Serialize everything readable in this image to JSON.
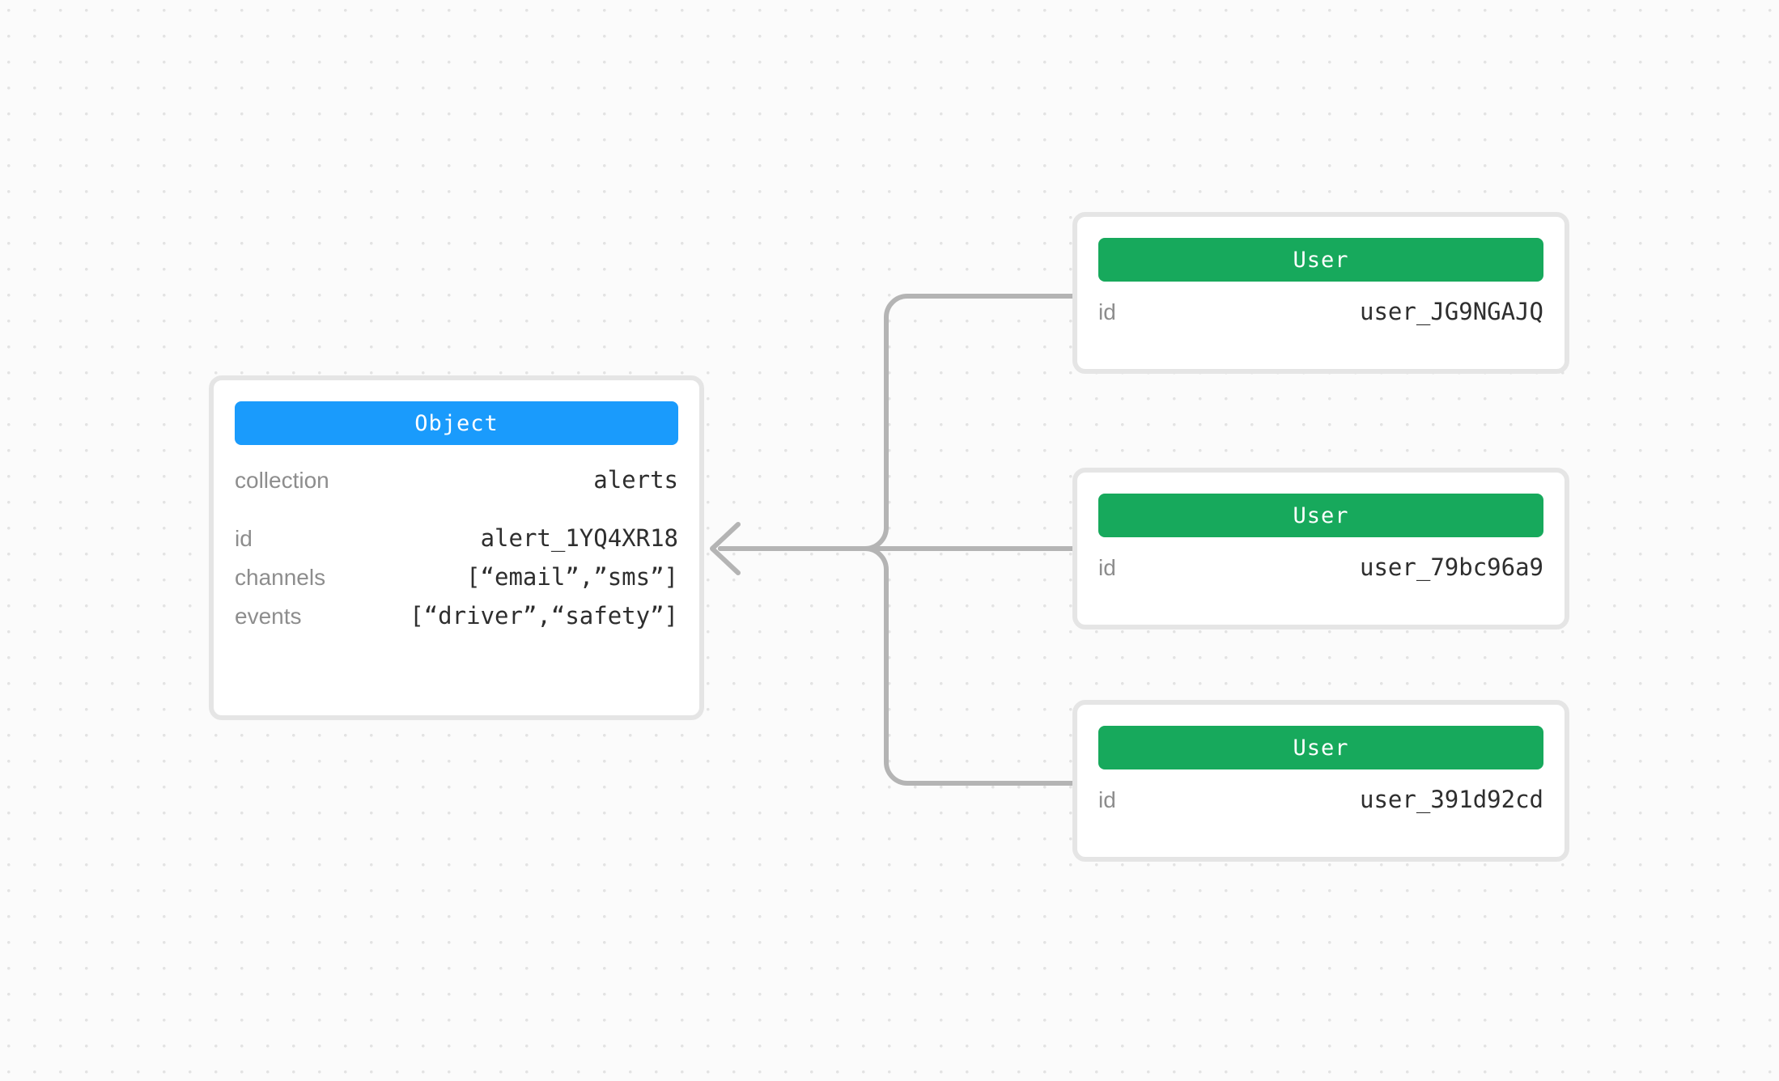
{
  "canvas": {
    "background_color": "#fbfbfb",
    "dot_color": "#e3e3e3",
    "connector_color": "#b4b4b4"
  },
  "object_node": {
    "type_label": "Object",
    "header_color": "#1a9bfc",
    "field_groups": [
      {
        "fields": [
          {
            "label": "collection",
            "value": "alerts"
          }
        ]
      },
      {
        "fields": [
          {
            "label": "id",
            "value": "alert_1YQ4XR18"
          },
          {
            "label": "channels",
            "value": "[“email”,”sms”]"
          },
          {
            "label": "events",
            "value": "[“driver”,“safety”]"
          }
        ]
      }
    ]
  },
  "user_nodes": [
    {
      "type_label": "User",
      "header_color": "#17a95c",
      "fields": [
        {
          "label": "id",
          "value": "user_JG9NGAJQ"
        }
      ]
    },
    {
      "type_label": "User",
      "header_color": "#17a95c",
      "fields": [
        {
          "label": "id",
          "value": "user_79bc96a9"
        }
      ]
    },
    {
      "type_label": "User",
      "header_color": "#17a95c",
      "fields": [
        {
          "label": "id",
          "value": "user_391d92cd"
        }
      ]
    }
  ],
  "edges": [
    {
      "from": "user_nodes.0",
      "to": "object_node",
      "direction": "left"
    },
    {
      "from": "user_nodes.1",
      "to": "object_node",
      "direction": "left"
    },
    {
      "from": "user_nodes.2",
      "to": "object_node",
      "direction": "left"
    }
  ]
}
